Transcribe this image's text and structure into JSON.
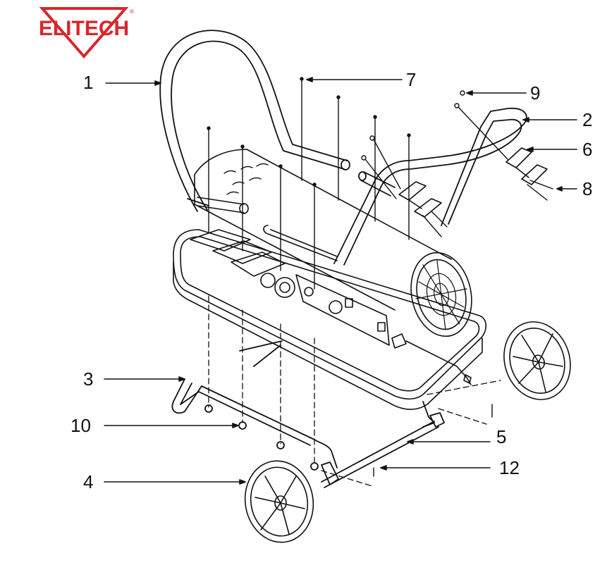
{
  "brand": {
    "name": "ELITECH",
    "trademark": "®",
    "color": "#d9262c"
  },
  "callouts": [
    {
      "id": "c1",
      "label": "1"
    },
    {
      "id": "c2",
      "label": "2"
    },
    {
      "id": "c3",
      "label": "3"
    },
    {
      "id": "c4",
      "label": "4"
    },
    {
      "id": "c5",
      "label": "5"
    },
    {
      "id": "c6",
      "label": "6"
    },
    {
      "id": "c7",
      "label": "7"
    },
    {
      "id": "c8",
      "label": "8"
    },
    {
      "id": "c9",
      "label": "9"
    },
    {
      "id": "c10",
      "label": "10"
    },
    {
      "id": "c12",
      "label": "12"
    }
  ]
}
